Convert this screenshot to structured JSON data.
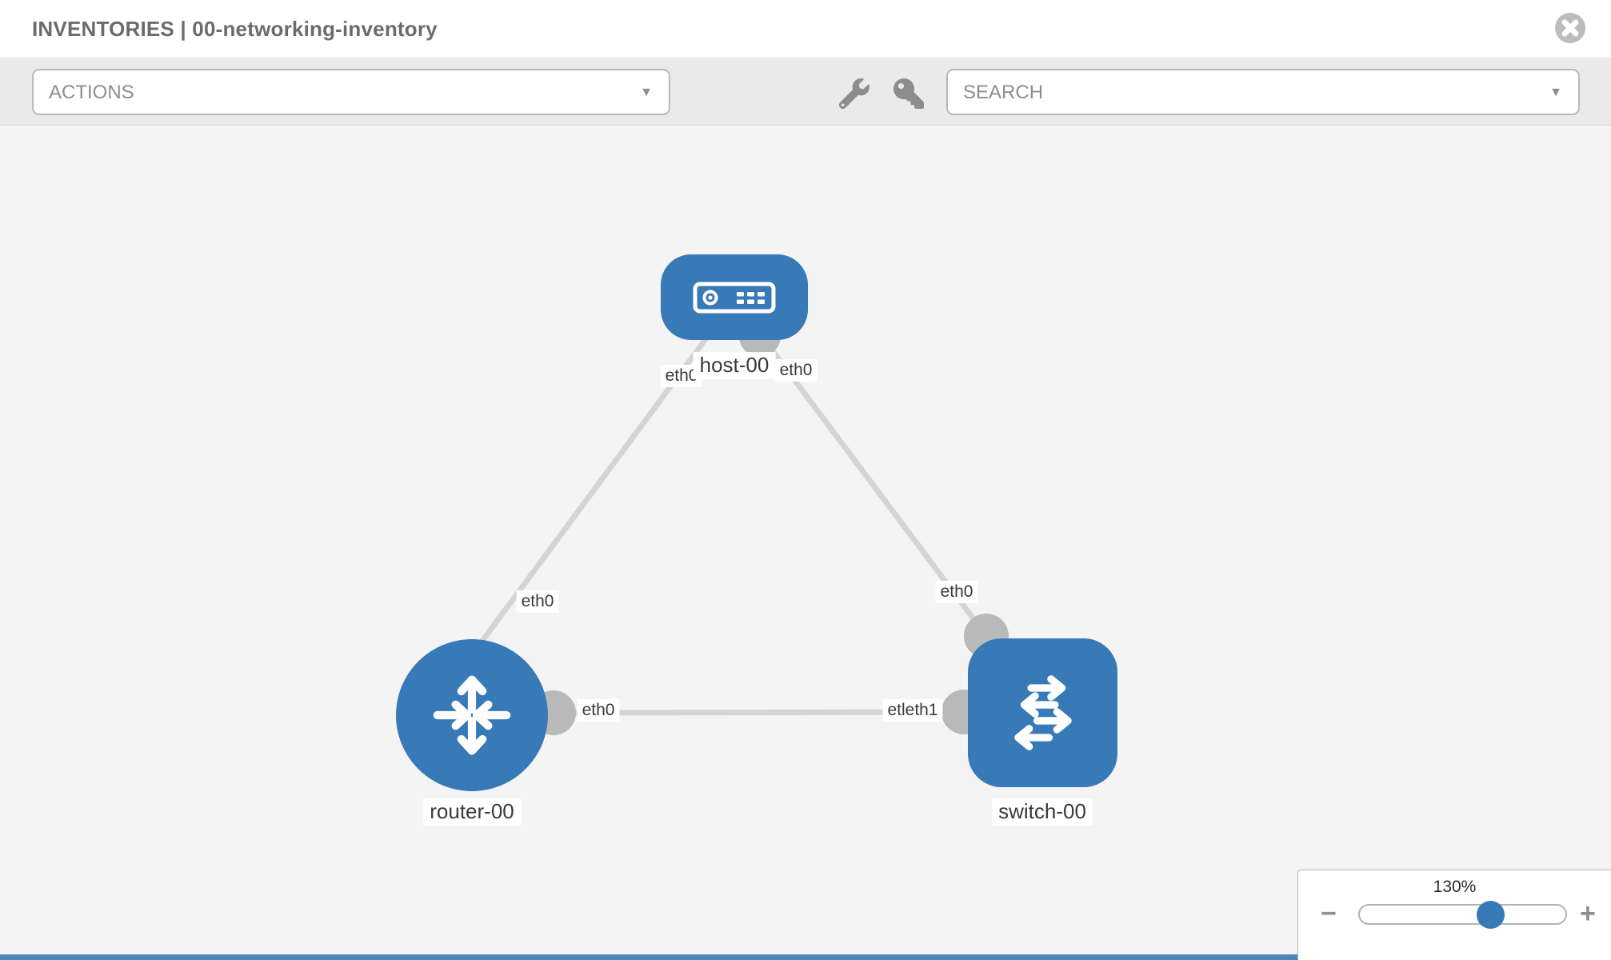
{
  "header": {
    "title": "INVENTORIES | 00-networking-inventory"
  },
  "toolbar": {
    "actions_label": "ACTIONS",
    "search_placeholder": "SEARCH"
  },
  "icons": {
    "close": "circle-x",
    "wrench": "wrench",
    "key": "key",
    "caret": "▼",
    "minus": "−",
    "plus": "+"
  },
  "topology": {
    "nodes": [
      {
        "type": "host",
        "label": "host-00"
      },
      {
        "type": "router",
        "label": "router-00"
      },
      {
        "type": "switch",
        "label": "switch-00"
      }
    ],
    "links": [
      {
        "from": "host-00",
        "to": "router-00",
        "from_label": "eth0",
        "to_label": "eth0"
      },
      {
        "from": "host-00",
        "to": "switch-00",
        "from_label": "eth0",
        "to_label": "eth0"
      },
      {
        "from": "router-00",
        "to": "switch-00",
        "from_label": "eth0",
        "to_label": "etleth1"
      }
    ]
  },
  "zoom_control": {
    "percent_label": "130%",
    "value": 130
  },
  "colors": {
    "node_blue": "#3879b8",
    "link_gray": "#d4d4d4",
    "interface_dot_gray": "#b9b9b9",
    "canvas_bg": "#f4f4f4",
    "toolbar_bg": "#eaeaea",
    "slider_thumb_blue": "#3879b8",
    "bottom_bar_blue": "#4e86b8",
    "icon_gray": "#8d8d8d",
    "title_gray": "#6b6b6b"
  }
}
